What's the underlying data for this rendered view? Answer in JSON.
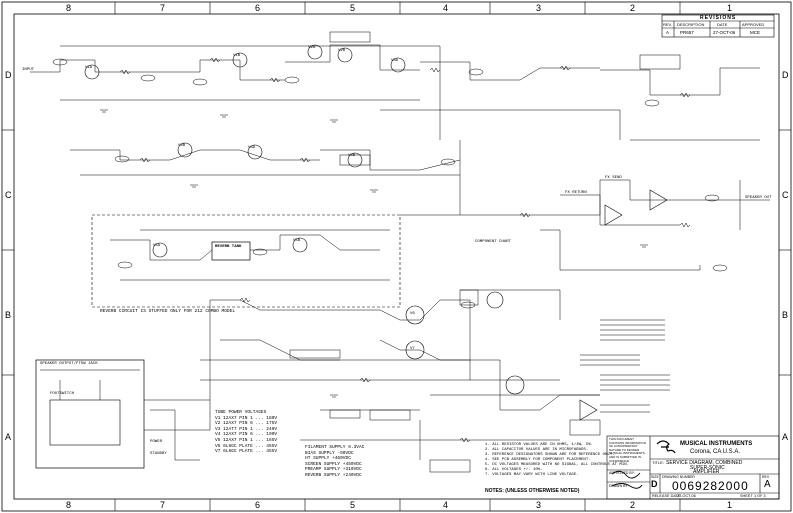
{
  "border": {
    "columns_top": [
      "8",
      "7",
      "6",
      "5",
      "4",
      "3",
      "2",
      "1"
    ],
    "columns_bottom": [
      "8",
      "7",
      "6",
      "5",
      "4",
      "3",
      "2",
      "1"
    ],
    "rows_left": [
      "D",
      "C",
      "B",
      "A"
    ],
    "rows_right": [
      "D",
      "C",
      "B",
      "A"
    ]
  },
  "revisions": {
    "title": "REVISIONS",
    "headers": [
      "REV.",
      "DESCRIPTION",
      "DATE",
      "APPROVED"
    ],
    "rows": [
      [
        "A",
        "PR657",
        "27-OCT-06",
        "MCE"
      ]
    ]
  },
  "reverb_box": {
    "title": "REVERB TANK",
    "note": "REVERB CIRCUIT IS STUFFED ONLY FOR 212 COMBO MODEL"
  },
  "left_box": {
    "title": "SPEAKER OUTPUT/FTSW JACK"
  },
  "notes": {
    "heading": "NOTES: (UNLESS OTHERWISE NOTED)",
    "lines": [
      "1. ALL RESISTOR VALUES ARE IN OHMS, 1/4W, 5%.",
      "2. ALL CAPACITOR VALUES ARE IN MICROFARADS.",
      "3. REFERENCE DESIGNATORS SHOWN ARE FOR REFERENCE ONLY.",
      "4. SEE PCB ASSEMBLY FOR COMPONENT PLACEMENT.",
      "5. DC VOLTAGES MEASURED WITH NO SIGNAL, ALL CONTROLS AT MIN.",
      "6. ALL VOLTAGES +/- 10%.",
      "7. VOLTAGES MAY VARY WITH LINE VOLTAGE."
    ]
  },
  "tube_chart": {
    "lines": [
      "TUBE POWER VOLTAGES",
      "V1 12AX7 PIN 1 ... 180V",
      "V2 12AX7 PIN 6 ... 175V",
      "V3 12AT7 PIN 1 ... 240V",
      "V4 12AX7 PIN 6 ... 190V",
      "V5 12AX7 PIN 1 ... 165V",
      "V6 6L6GC PLATE ... 455V",
      "V7 6L6GC PLATE ... 455V"
    ]
  },
  "tube_chart2": {
    "lines": [
      "FILAMENT SUPPLY 6.3VAC",
      "BIAS SUPPLY -50VDC",
      "HT SUPPLY +460VDC",
      "SCREEN SUPPLY +450VDC",
      "PREAMP SUPPLY +310VDC",
      "REVERB SUPPLY +240VDC"
    ]
  },
  "title_block": {
    "company": "MUSICAL INSTRUMENTS",
    "location": "Corona, CA  U.S.A.",
    "title_label": "TITLE:",
    "title_lines": [
      "SERVICE DIAGRAM, COMBINED",
      "SUPER-SONIC",
      "AMPLIFIER"
    ],
    "size_label": "SIZE",
    "size_value": "D",
    "drawing_no_label": "DRAWING NUMBER",
    "drawing_no": "0069282000",
    "rev_label": "REV",
    "rev_value": "A",
    "release_label": "RELEASE DATE:",
    "release_value": "27-OCT-06",
    "sheet_label": "SHEET",
    "sheet_value": "1 OF 3",
    "drawn_label": "DRAWN BY:",
    "approved_label": "APPROVED BY:",
    "confidential": "THIS DOCUMENT CONTAINS INFORMATION OF A PROPRIETARY NATURE TO FENDER MUSICAL INSTRUMENTS AND IS SUBMITTED IN CONFIDENCE."
  },
  "labels": {
    "tube_ref": [
      "V1A",
      "V1B",
      "V2A",
      "V2B",
      "V3A",
      "V3B",
      "V4A",
      "V4B",
      "V5A",
      "V5B"
    ],
    "power_tubes": [
      "V6",
      "V7"
    ],
    "out_label": "SPEAKER OUT",
    "fx_send": "FX SEND",
    "fx_return": "FX RETURN",
    "input": "INPUT",
    "footswitch": "FOOTSWITCH",
    "standby": "STANDBY",
    "power": "POWER",
    "reverb_tank": "REVERB TANK",
    "component_chart": "COMPONENT CHART"
  }
}
